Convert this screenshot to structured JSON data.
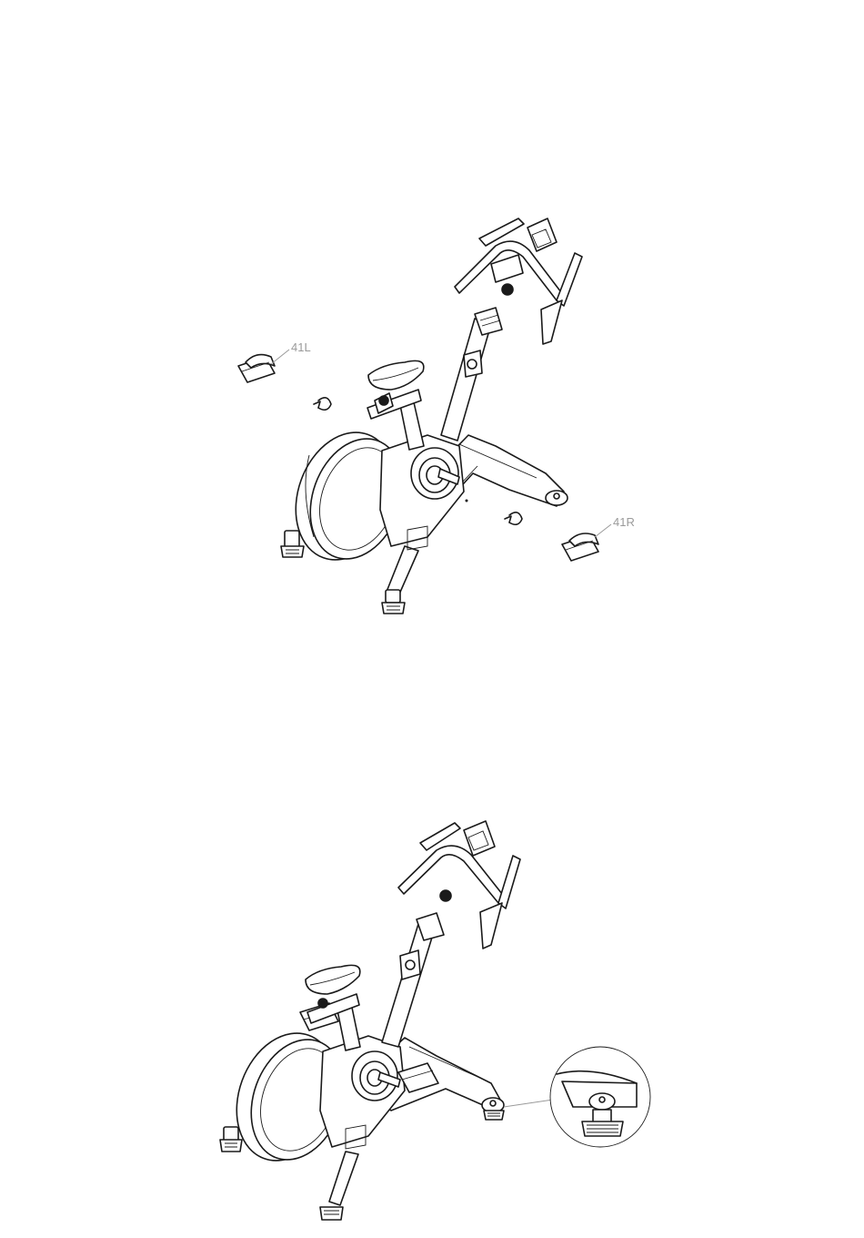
{
  "figures": [
    {
      "id": "step-top",
      "callouts": [
        {
          "label": "41L"
        },
        {
          "label": "41R"
        }
      ]
    },
    {
      "id": "step-bottom",
      "detail": "leveling-foot-detail"
    }
  ],
  "icons": [
    "pedal-icon",
    "pedal-strap-icon",
    "arrow-rotate-icon",
    "detail-magnifier-icon"
  ],
  "colors": {
    "line": "#1a1a1a",
    "callout": "#9a9a9a",
    "background": "#ffffff"
  }
}
